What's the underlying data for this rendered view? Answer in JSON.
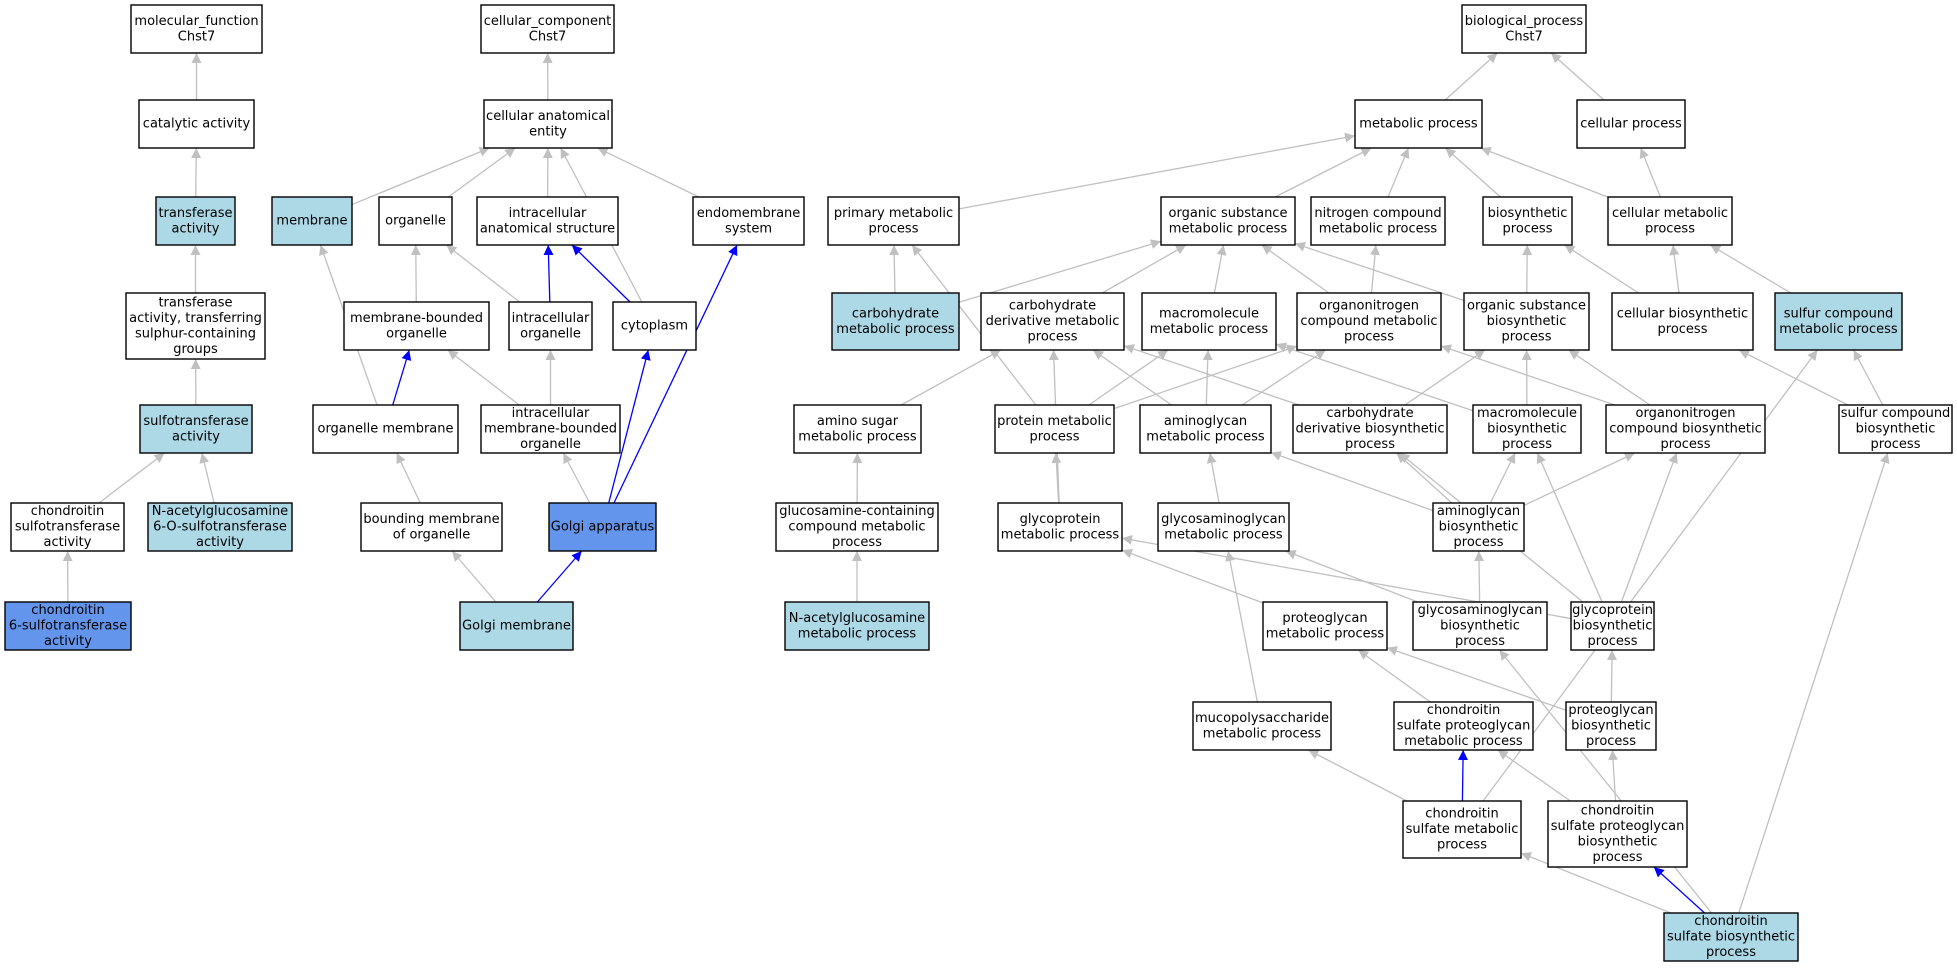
{
  "colors": {
    "default_fill": "#ffffff",
    "light": "#add8e6",
    "dark": "#6495ed",
    "grey_edge": "#c0c0c0",
    "blue_edge": "#0000ff"
  },
  "nodes": [
    {
      "id": "mf",
      "label": [
        "molecular_function",
        "Chst7"
      ],
      "style": "default"
    },
    {
      "id": "cat",
      "label": [
        "catalytic activity"
      ],
      "style": "default"
    },
    {
      "id": "trans",
      "label": [
        "transferase",
        "activity"
      ],
      "style": "light"
    },
    {
      "id": "transS",
      "label": [
        "transferase",
        "activity, transferring",
        "sulphur-containing",
        "groups"
      ],
      "style": "default"
    },
    {
      "id": "sulfo",
      "label": [
        "sulfotransferase",
        "activity"
      ],
      "style": "light"
    },
    {
      "id": "chsulfo",
      "label": [
        "chondroitin",
        "sulfotransferase",
        "activity"
      ],
      "style": "default"
    },
    {
      "id": "nag6o",
      "label": [
        "N-acetylglucosamine",
        "6-O-sulfotransferase",
        "activity"
      ],
      "style": "light"
    },
    {
      "id": "ch6s",
      "label": [
        "chondroitin",
        "6-sulfotransferase",
        "activity"
      ],
      "style": "dark"
    },
    {
      "id": "cc",
      "label": [
        "cellular_component",
        "Chst7"
      ],
      "style": "default"
    },
    {
      "id": "cae",
      "label": [
        "cellular anatomical",
        "entity"
      ],
      "style": "default"
    },
    {
      "id": "membrane",
      "label": [
        "membrane"
      ],
      "style": "light"
    },
    {
      "id": "organelle",
      "label": [
        "organelle"
      ],
      "style": "default"
    },
    {
      "id": "ias",
      "label": [
        "intracellular",
        "anatomical structure"
      ],
      "style": "default"
    },
    {
      "id": "endo",
      "label": [
        "endomembrane",
        "system"
      ],
      "style": "default"
    },
    {
      "id": "mbo",
      "label": [
        "membrane-bounded",
        "organelle"
      ],
      "style": "default"
    },
    {
      "id": "io",
      "label": [
        "intracellular",
        "organelle"
      ],
      "style": "default"
    },
    {
      "id": "cyto",
      "label": [
        "cytoplasm"
      ],
      "style": "default"
    },
    {
      "id": "om",
      "label": [
        "organelle membrane"
      ],
      "style": "default"
    },
    {
      "id": "imbo",
      "label": [
        "intracellular",
        "membrane-bounded",
        "organelle"
      ],
      "style": "default"
    },
    {
      "id": "bmo",
      "label": [
        "bounding membrane",
        "of organelle"
      ],
      "style": "default"
    },
    {
      "id": "golgi",
      "label": [
        "Golgi apparatus"
      ],
      "style": "dark"
    },
    {
      "id": "golgim",
      "label": [
        "Golgi membrane"
      ],
      "style": "light"
    },
    {
      "id": "bp",
      "label": [
        "biological_process",
        "Chst7"
      ],
      "style": "default"
    },
    {
      "id": "metab",
      "label": [
        "metabolic process"
      ],
      "style": "default"
    },
    {
      "id": "cellp",
      "label": [
        "cellular process"
      ],
      "style": "default"
    },
    {
      "id": "pmp",
      "label": [
        "primary metabolic",
        "process"
      ],
      "style": "default"
    },
    {
      "id": "osmp",
      "label": [
        "organic substance",
        "metabolic process"
      ],
      "style": "default"
    },
    {
      "id": "ncmp",
      "label": [
        "nitrogen compound",
        "metabolic process"
      ],
      "style": "default"
    },
    {
      "id": "biosyn",
      "label": [
        "biosynthetic",
        "process"
      ],
      "style": "default"
    },
    {
      "id": "cmp",
      "label": [
        "cellular metabolic",
        "process"
      ],
      "style": "default"
    },
    {
      "id": "carbmp",
      "label": [
        "carbohydrate",
        "metabolic process"
      ],
      "style": "light"
    },
    {
      "id": "cdmp",
      "label": [
        "carbohydrate",
        "derivative metabolic",
        "process"
      ],
      "style": "default"
    },
    {
      "id": "mmp",
      "label": [
        "macromolecule",
        "metabolic process"
      ],
      "style": "default"
    },
    {
      "id": "oncmp",
      "label": [
        "organonitrogen",
        "compound metabolic",
        "process"
      ],
      "style": "default"
    },
    {
      "id": "osbp",
      "label": [
        "organic substance",
        "biosynthetic",
        "process"
      ],
      "style": "default"
    },
    {
      "id": "cbp",
      "label": [
        "cellular biosynthetic",
        "process"
      ],
      "style": "default"
    },
    {
      "id": "scmp",
      "label": [
        "sulfur compound",
        "metabolic process"
      ],
      "style": "light"
    },
    {
      "id": "asmp",
      "label": [
        "amino sugar",
        "metabolic process"
      ],
      "style": "default"
    },
    {
      "id": "protmp",
      "label": [
        "protein metabolic",
        "process"
      ],
      "style": "default"
    },
    {
      "id": "agmp",
      "label": [
        "aminoglycan",
        "metabolic process"
      ],
      "style": "default"
    },
    {
      "id": "cdbp",
      "label": [
        "carbohydrate",
        "derivative biosynthetic",
        "process"
      ],
      "style": "default"
    },
    {
      "id": "mbp",
      "label": [
        "macromolecule",
        "biosynthetic",
        "process"
      ],
      "style": "default"
    },
    {
      "id": "oncbp",
      "label": [
        "organonitrogen",
        "compound biosynthetic",
        "process"
      ],
      "style": "default"
    },
    {
      "id": "scbp",
      "label": [
        "sulfur compound",
        "biosynthetic",
        "process"
      ],
      "style": "default"
    },
    {
      "id": "gccmp",
      "label": [
        "glucosamine-containing",
        "compound metabolic",
        "process"
      ],
      "style": "default"
    },
    {
      "id": "gpmp",
      "label": [
        "glycoprotein",
        "metabolic process"
      ],
      "style": "default"
    },
    {
      "id": "gagmp",
      "label": [
        "glycosaminoglycan",
        "metabolic process"
      ],
      "style": "default"
    },
    {
      "id": "agbp",
      "label": [
        "aminoglycan",
        "biosynthetic",
        "process"
      ],
      "style": "default"
    },
    {
      "id": "nagmp",
      "label": [
        "N-acetylglucosamine",
        "metabolic process"
      ],
      "style": "light"
    },
    {
      "id": "pgmp",
      "label": [
        "proteoglycan",
        "metabolic process"
      ],
      "style": "default"
    },
    {
      "id": "gagbp",
      "label": [
        "glycosaminoglycan",
        "biosynthetic",
        "process"
      ],
      "style": "default"
    },
    {
      "id": "gpbp",
      "label": [
        "glycoprotein",
        "biosynthetic",
        "process"
      ],
      "style": "default"
    },
    {
      "id": "mpsmp",
      "label": [
        "mucopolysaccharide",
        "metabolic process"
      ],
      "style": "default"
    },
    {
      "id": "cspgmp",
      "label": [
        "chondroitin",
        "sulfate proteoglycan",
        "metabolic process"
      ],
      "style": "default"
    },
    {
      "id": "pgbp",
      "label": [
        "proteoglycan",
        "biosynthetic",
        "process"
      ],
      "style": "default"
    },
    {
      "id": "csmp",
      "label": [
        "chondroitin",
        "sulfate metabolic",
        "process"
      ],
      "style": "default"
    },
    {
      "id": "cspgbp",
      "label": [
        "chondroitin",
        "sulfate proteoglycan",
        "biosynthetic",
        "process"
      ],
      "style": "default"
    },
    {
      "id": "csbp",
      "label": [
        "chondroitin",
        "sulfate biosynthetic",
        "process"
      ],
      "style": "light"
    }
  ],
  "edges": [
    {
      "from": "cat",
      "to": "mf",
      "color": "grey"
    },
    {
      "from": "trans",
      "to": "cat",
      "color": "grey"
    },
    {
      "from": "transS",
      "to": "trans",
      "color": "grey"
    },
    {
      "from": "sulfo",
      "to": "transS",
      "color": "grey"
    },
    {
      "from": "chsulfo",
      "to": "sulfo",
      "color": "grey"
    },
    {
      "from": "nag6o",
      "to": "sulfo",
      "color": "grey"
    },
    {
      "from": "ch6s",
      "to": "chsulfo",
      "color": "grey"
    },
    {
      "from": "cae",
      "to": "cc",
      "color": "grey"
    },
    {
      "from": "membrane",
      "to": "cae",
      "color": "grey"
    },
    {
      "from": "organelle",
      "to": "cae",
      "color": "grey"
    },
    {
      "from": "ias",
      "to": "cae",
      "color": "grey"
    },
    {
      "from": "endo",
      "to": "cae",
      "color": "grey"
    },
    {
      "from": "cyto",
      "to": "cae",
      "color": "grey"
    },
    {
      "from": "mbo",
      "to": "organelle",
      "color": "grey"
    },
    {
      "from": "io",
      "to": "organelle",
      "color": "grey"
    },
    {
      "from": "io",
      "to": "ias",
      "color": "blue"
    },
    {
      "from": "cyto",
      "to": "ias",
      "color": "blue"
    },
    {
      "from": "om",
      "to": "membrane",
      "color": "grey"
    },
    {
      "from": "om",
      "to": "mbo",
      "color": "blue"
    },
    {
      "from": "imbo",
      "to": "mbo",
      "color": "grey"
    },
    {
      "from": "imbo",
      "to": "io",
      "color": "grey"
    },
    {
      "from": "bmo",
      "to": "om",
      "color": "grey"
    },
    {
      "from": "golgi",
      "to": "imbo",
      "color": "grey"
    },
    {
      "from": "golgi",
      "to": "cyto",
      "color": "blue"
    },
    {
      "from": "golgi",
      "to": "endo",
      "color": "blue"
    },
    {
      "from": "golgim",
      "to": "bmo",
      "color": "grey"
    },
    {
      "from": "golgim",
      "to": "golgi",
      "color": "blue"
    },
    {
      "from": "metab",
      "to": "bp",
      "color": "grey"
    },
    {
      "from": "cellp",
      "to": "bp",
      "color": "grey"
    },
    {
      "from": "pmp",
      "to": "metab",
      "color": "grey"
    },
    {
      "from": "osmp",
      "to": "metab",
      "color": "grey"
    },
    {
      "from": "ncmp",
      "to": "metab",
      "color": "grey"
    },
    {
      "from": "biosyn",
      "to": "metab",
      "color": "grey"
    },
    {
      "from": "cmp",
      "to": "metab",
      "color": "grey"
    },
    {
      "from": "cmp",
      "to": "cellp",
      "color": "grey"
    },
    {
      "from": "carbmp",
      "to": "pmp",
      "color": "grey"
    },
    {
      "from": "carbmp",
      "to": "osmp",
      "color": "grey"
    },
    {
      "from": "cdmp",
      "to": "osmp",
      "color": "grey"
    },
    {
      "from": "mmp",
      "to": "osmp",
      "color": "grey"
    },
    {
      "from": "oncmp",
      "to": "osmp",
      "color": "grey"
    },
    {
      "from": "oncmp",
      "to": "ncmp",
      "color": "grey"
    },
    {
      "from": "osbp",
      "to": "osmp",
      "color": "grey"
    },
    {
      "from": "osbp",
      "to": "biosyn",
      "color": "grey"
    },
    {
      "from": "cbp",
      "to": "biosyn",
      "color": "grey"
    },
    {
      "from": "cbp",
      "to": "cmp",
      "color": "grey"
    },
    {
      "from": "scmp",
      "to": "cmp",
      "color": "grey"
    },
    {
      "from": "asmp",
      "to": "cdmp",
      "color": "grey"
    },
    {
      "from": "protmp",
      "to": "pmp",
      "color": "grey"
    },
    {
      "from": "protmp",
      "to": "mmp",
      "color": "grey"
    },
    {
      "from": "protmp",
      "to": "oncmp",
      "color": "grey"
    },
    {
      "from": "agmp",
      "to": "cdmp",
      "color": "grey"
    },
    {
      "from": "agmp",
      "to": "mmp",
      "color": "grey"
    },
    {
      "from": "agmp",
      "to": "oncmp",
      "color": "grey"
    },
    {
      "from": "cdbp",
      "to": "cdmp",
      "color": "grey"
    },
    {
      "from": "cdbp",
      "to": "osbp",
      "color": "grey"
    },
    {
      "from": "mbp",
      "to": "mmp",
      "color": "grey"
    },
    {
      "from": "mbp",
      "to": "osbp",
      "color": "grey"
    },
    {
      "from": "oncbp",
      "to": "oncmp",
      "color": "grey"
    },
    {
      "from": "oncbp",
      "to": "osbp",
      "color": "grey"
    },
    {
      "from": "scbp",
      "to": "cbp",
      "color": "grey"
    },
    {
      "from": "scbp",
      "to": "scmp",
      "color": "grey"
    },
    {
      "from": "gccmp",
      "to": "asmp",
      "color": "grey"
    },
    {
      "from": "gpmp",
      "to": "protmp",
      "color": "grey"
    },
    {
      "from": "gpmp",
      "to": "cdmp",
      "color": "grey"
    },
    {
      "from": "gagmp",
      "to": "agmp",
      "color": "grey"
    },
    {
      "from": "agbp",
      "to": "agmp",
      "color": "grey"
    },
    {
      "from": "agbp",
      "to": "cdbp",
      "color": "grey"
    },
    {
      "from": "agbp",
      "to": "mbp",
      "color": "grey"
    },
    {
      "from": "agbp",
      "to": "oncbp",
      "color": "grey"
    },
    {
      "from": "nagmp",
      "to": "gccmp",
      "color": "grey"
    },
    {
      "from": "pgmp",
      "to": "gpmp",
      "color": "grey"
    },
    {
      "from": "gagbp",
      "to": "gagmp",
      "color": "grey"
    },
    {
      "from": "gagbp",
      "to": "agbp",
      "color": "grey"
    },
    {
      "from": "gpbp",
      "to": "gpmp",
      "color": "grey"
    },
    {
      "from": "gpbp",
      "to": "cdbp",
      "color": "grey"
    },
    {
      "from": "gpbp",
      "to": "mbp",
      "color": "grey"
    },
    {
      "from": "gpbp",
      "to": "oncbp",
      "color": "grey"
    },
    {
      "from": "mpsmp",
      "to": "gagmp",
      "color": "grey"
    },
    {
      "from": "cspgmp",
      "to": "pgmp",
      "color": "grey"
    },
    {
      "from": "pgbp",
      "to": "pgmp",
      "color": "grey"
    },
    {
      "from": "pgbp",
      "to": "gpbp",
      "color": "grey"
    },
    {
      "from": "csmp",
      "to": "mpsmp",
      "color": "grey"
    },
    {
      "from": "csmp",
      "to": "cspgmp",
      "color": "blue"
    },
    {
      "from": "csmp",
      "to": "scmp",
      "color": "grey"
    },
    {
      "from": "cspgbp",
      "to": "cspgmp",
      "color": "grey"
    },
    {
      "from": "cspgbp",
      "to": "pgbp",
      "color": "grey"
    },
    {
      "from": "csbp",
      "to": "csmp",
      "color": "grey"
    },
    {
      "from": "csbp",
      "to": "cspgbp",
      "color": "blue"
    },
    {
      "from": "csbp",
      "to": "gagbp",
      "color": "grey"
    },
    {
      "from": "csbp",
      "to": "scbp",
      "color": "grey"
    }
  ]
}
